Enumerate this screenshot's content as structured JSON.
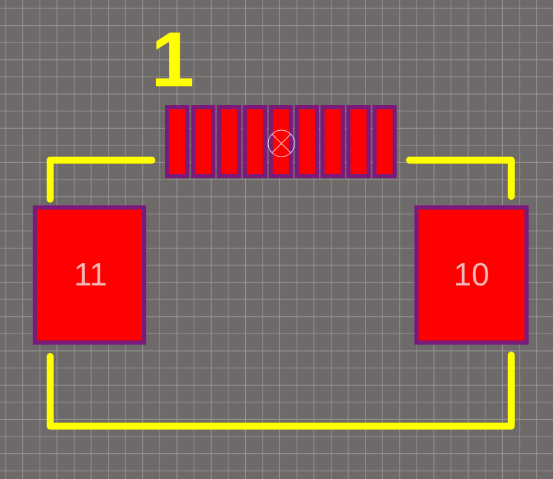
{
  "pin1_marker": "1",
  "pads": {
    "left_label": "11",
    "right_label": "10"
  },
  "colors": {
    "background": "#6e6a6a",
    "grid": "#9a9696",
    "silkscreen": "#ffff00",
    "pad_fill": "#ff0000",
    "pad_outline": "#7a1a7a"
  },
  "small_pad_count": 9
}
